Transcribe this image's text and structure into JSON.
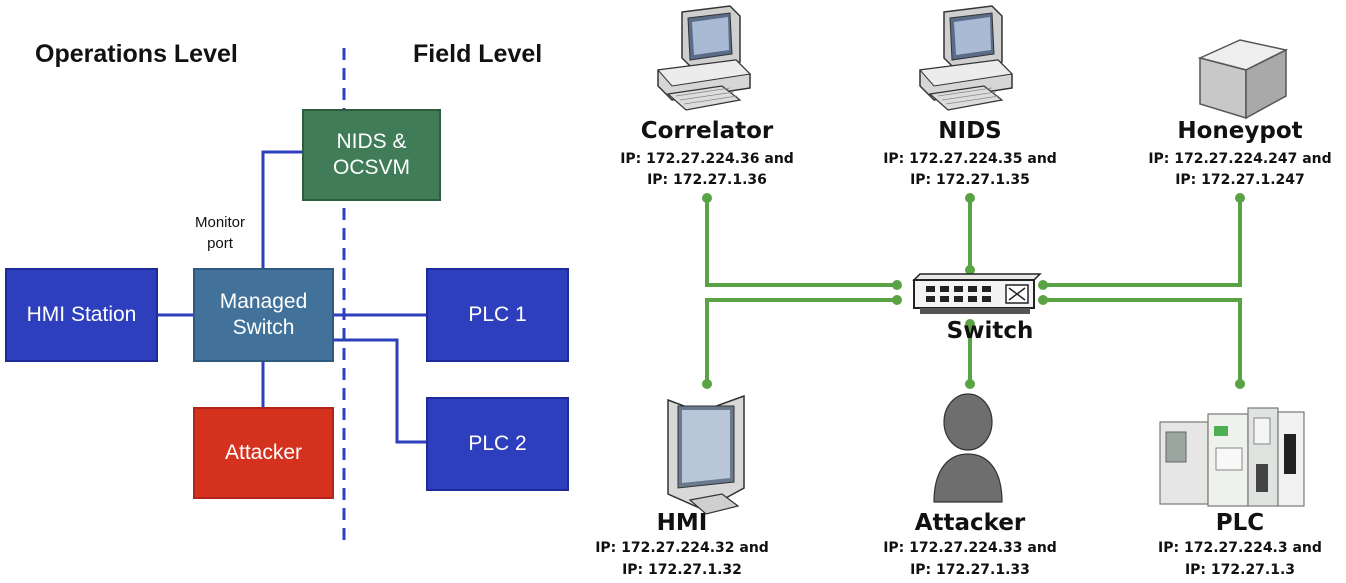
{
  "left_panel": {
    "operations_level": "Operations Level",
    "field_level": "Field Level",
    "nids_box": "NIDS &\nOCSVM",
    "monitor_port": "Monitor\nport",
    "hmi_station": "HMI Station",
    "managed_switch": "Managed\nSwitch",
    "plc1": "PLC 1",
    "plc2": "PLC 2",
    "attacker": "Attacker"
  },
  "right_panel": {
    "switch_label": "Switch",
    "nodes": [
      {
        "name": "Correlator",
        "ip1": "IP: 172.27.224.36 and",
        "ip2": "IP: 172.27.1.36",
        "icon": "desktop-computer-icon"
      },
      {
        "name": "NIDS",
        "ip1": "IP: 172.27.224.35 and",
        "ip2": "IP: 172.27.1.35",
        "icon": "desktop-computer-icon"
      },
      {
        "name": "Honeypot",
        "ip1": "IP: 172.27.224.247 and",
        "ip2": "IP: 172.27.1.247",
        "icon": "server-box-icon"
      },
      {
        "name": "HMI",
        "ip1": "IP: 172.27.224.32 and",
        "ip2": "IP: 172.27.1.32",
        "icon": "monitor-icon"
      },
      {
        "name": "Attacker",
        "ip1": "IP: 172.27.224.33 and",
        "ip2": "IP: 172.27.1.33",
        "icon": "user-silhouette-icon"
      },
      {
        "name": "PLC",
        "ip1": "IP: 172.27.224.3 and",
        "ip2": "IP: 172.27.1.3",
        "icon": "plc-hardware-icon"
      }
    ]
  },
  "colors": {
    "blue_box": "#2e3fbe",
    "green_box": "#3f7c57",
    "switch_box": "#42729a",
    "attacker_box": "#d4311f",
    "link_green": "#5aa344",
    "link_blue": "#2e3fbe"
  }
}
